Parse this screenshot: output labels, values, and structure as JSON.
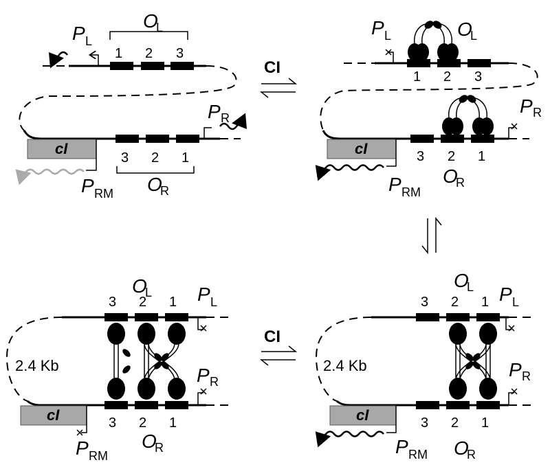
{
  "labels": {
    "PL_main": "P",
    "PL_sub": "L",
    "PR_main": "P",
    "PR_sub": "R",
    "PRM_main": "P",
    "PRM_sub": "RM",
    "OL_main": "O",
    "OL_sub": "L",
    "OR_main": "O",
    "OR_sub": "R",
    "one": "1",
    "two": "2",
    "three": "3",
    "cI_gene": "cI",
    "CI": "CI",
    "loop_size": "2.4 Kb"
  },
  "colors": {
    "dna": "#000000",
    "gene_fill": "#a8a8a8",
    "active_transcript": "#000000",
    "weak_transcript": "#aaaaaa"
  }
}
